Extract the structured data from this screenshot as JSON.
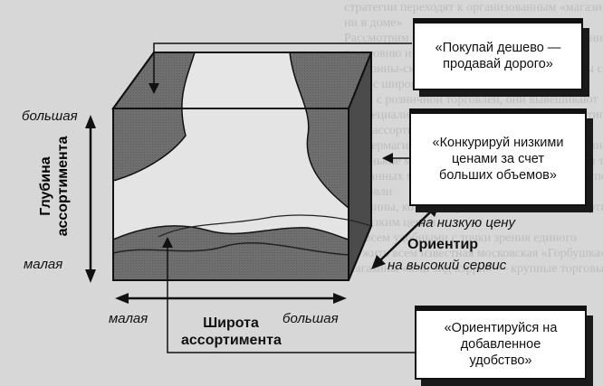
{
  "callouts": {
    "top": "«Покупай дешево — продавай дорого»",
    "middle": "«Конкурируй низкими ценами за счет больших объемов»",
    "bottom": "«Ориентируйся на добавленное удобство»"
  },
  "axes": {
    "depth_title": "Глубина ассортимента",
    "depth_high": "большая",
    "depth_low": "малая",
    "width_title": "Широта ассортимента",
    "width_low": "малая",
    "width_high": "большая",
    "orientation_title": "Ориентир",
    "orientation_low_price": "на низкую цену",
    "orientation_high_service": "на высокий сервис"
  },
  "background_text": [
    "стратегии переходят к организованным «магази-",
    "ни в доме»",
    "Рассмотрим основные типы предприятий розничной торговли",
    "по уровню и формату торговли",
    "Магазины-склады — традиционные магазины с",
    "роли с широким ассортиментом товаров.",
    "связи с розничной торговлей, они вывешивают",
    "Неспециализированные магазины торгового типа",
    "т. п.) ассортиментом в своей области",
    "Универмаги — большие традиционные магазины. Они",
    "маленькие магазины с ограниченным набором товаров",
    "ированных магазинов и универмагах сходны спектр",
    "торговли",
    "магазины, которые предлагают большой ассортимент",
    "по низким ценам",
    "с совсем удобными с точки зрения единого",
    "служить всем известная московская «Горбушка».",
    "Магазины «кэш энд кэрри» — крупные торговые центры, реали-"
  ]
}
